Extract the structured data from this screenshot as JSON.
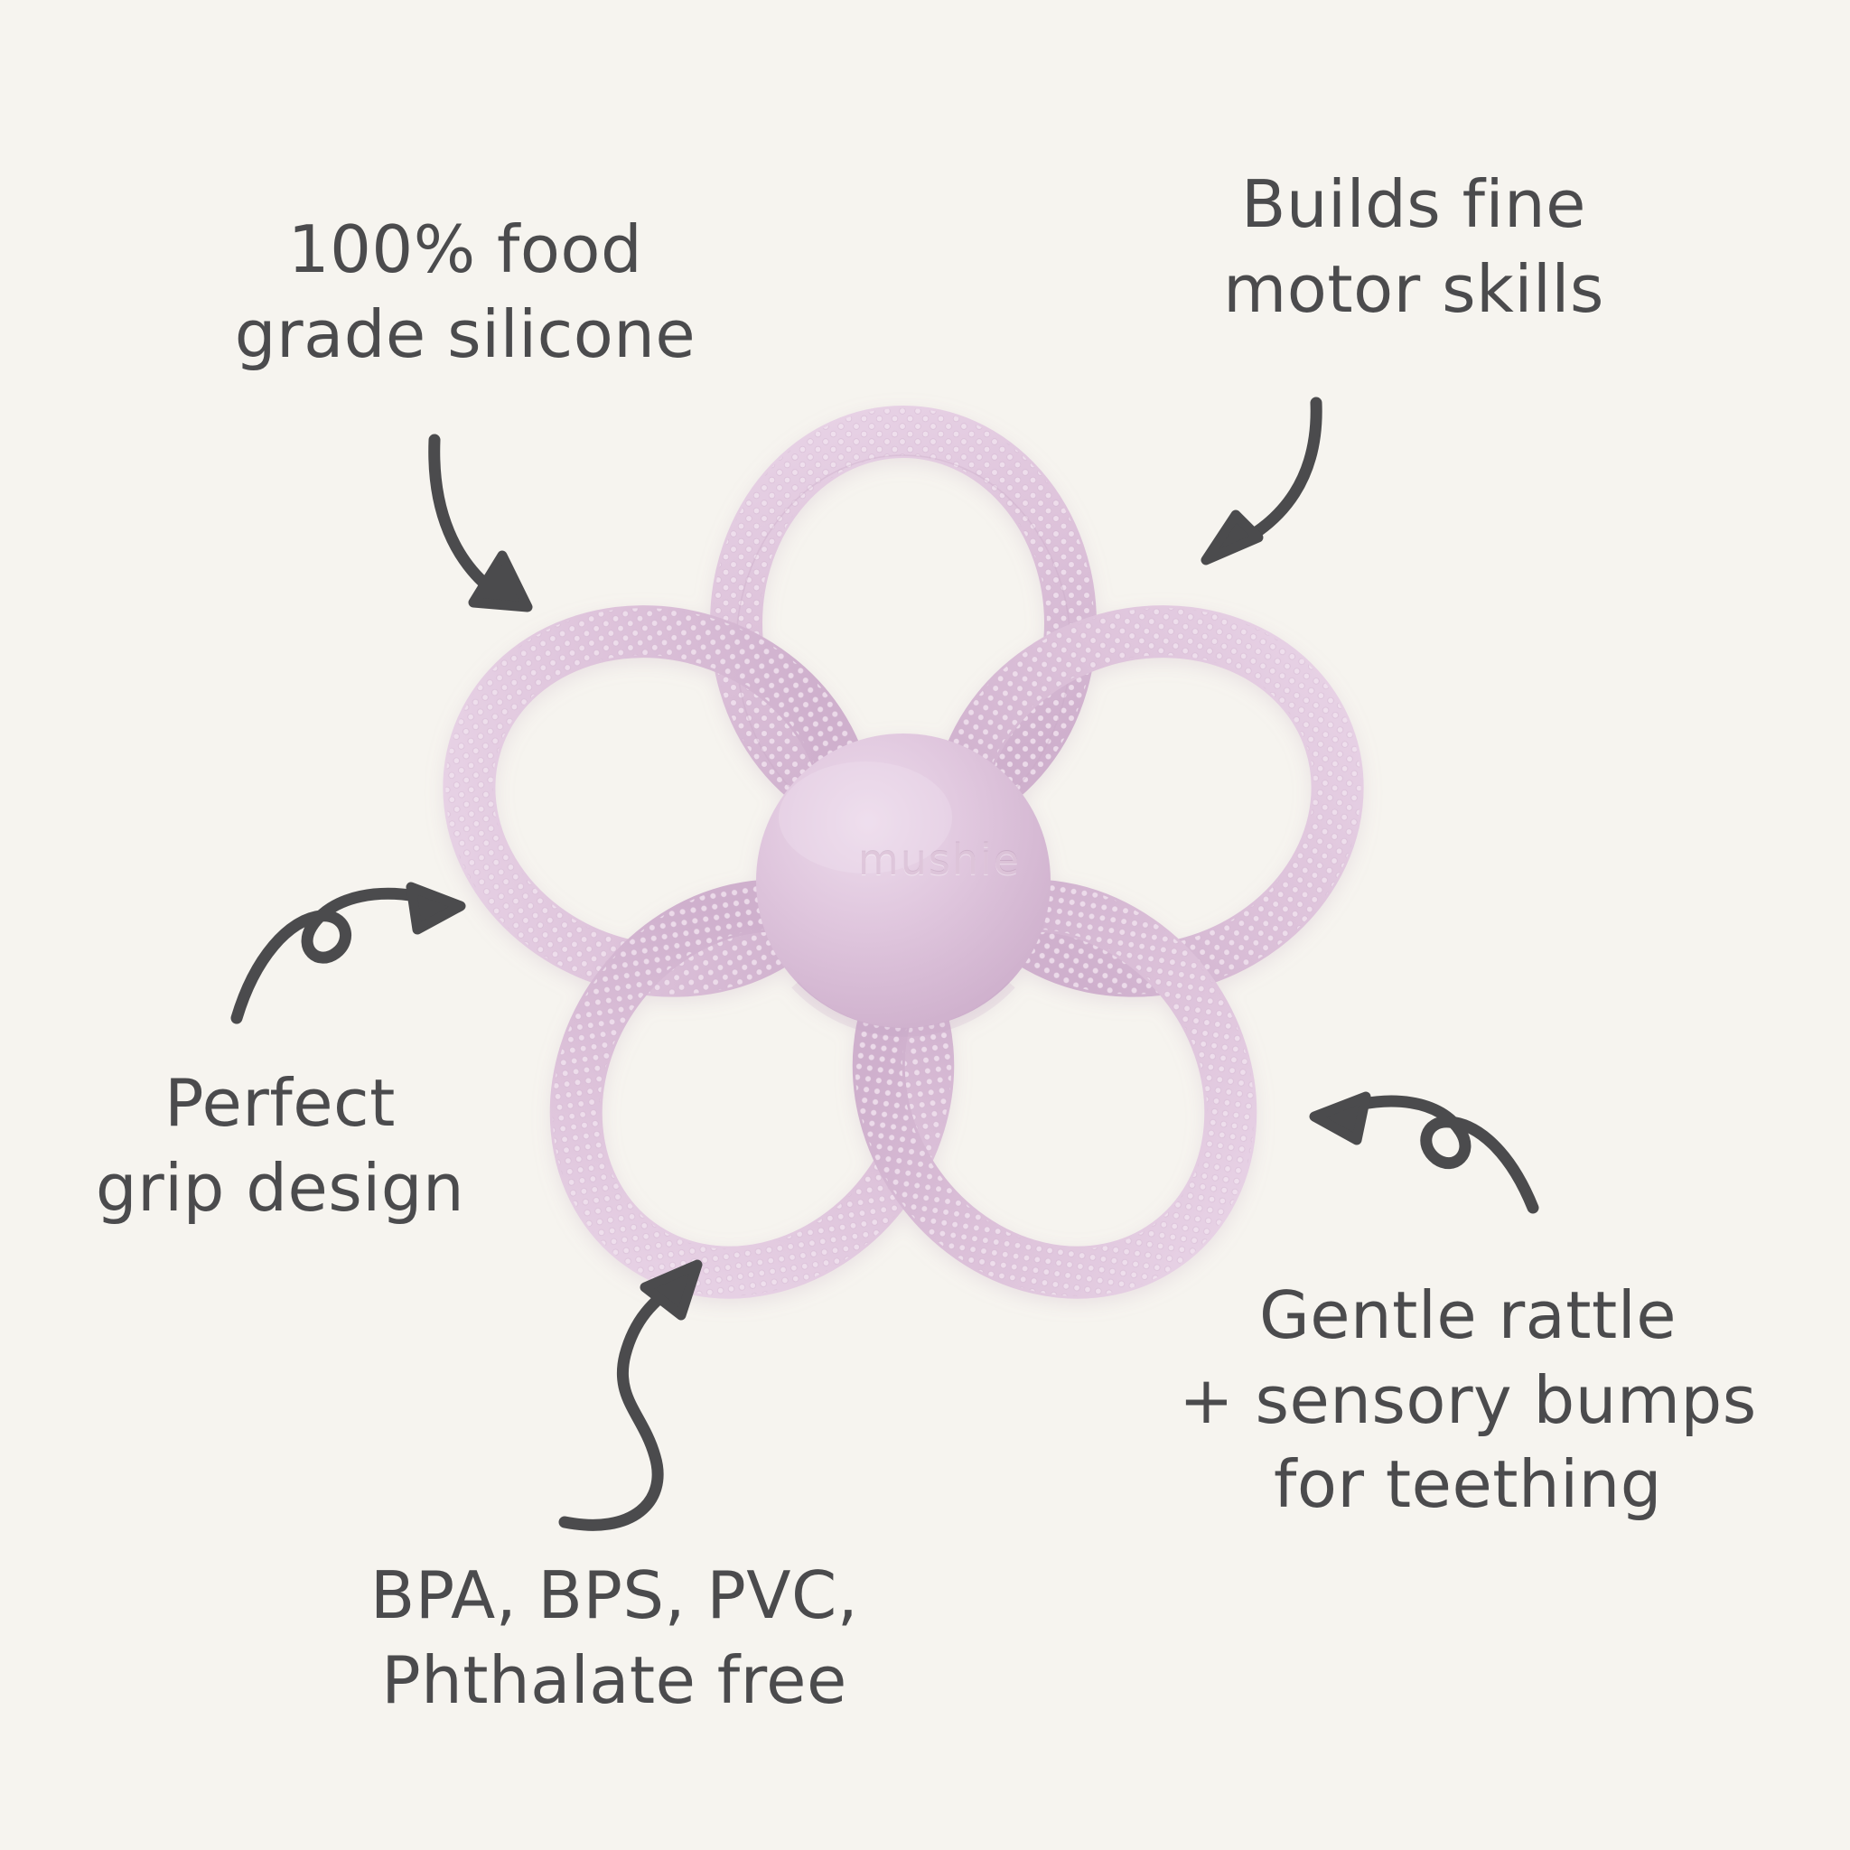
{
  "background_color": "#f6f4ef",
  "text_color": "#4b4b4d",
  "product": {
    "name": "mushie-daisy-teether",
    "brand_label": "mushie",
    "silicone_color": "#ddc2da",
    "silicone_color_shadow": "#cfb1cd",
    "silicone_color_highlight": "#ecdcea",
    "petal_count": 5
  },
  "callouts": {
    "food_grade": "100% food\ngrade silicone",
    "motor_skills": "Builds fine\nmotor skills",
    "grip_design": "Perfect\ngrip design",
    "free_of": "BPA, BPS, PVC,\nPhthalate free",
    "rattle_bumps": "Gentle rattle\n+ sensory bumps\nfor teething"
  },
  "arrows": [
    {
      "name": "arrow-food-grade",
      "direction": "down-right",
      "style": "curved"
    },
    {
      "name": "arrow-motor-skills",
      "direction": "down-left",
      "style": "curved"
    },
    {
      "name": "arrow-grip-design",
      "direction": "up-right",
      "style": "looped"
    },
    {
      "name": "arrow-free-of",
      "direction": "up",
      "style": "s-curve"
    },
    {
      "name": "arrow-rattle-bumps",
      "direction": "left",
      "style": "looped"
    }
  ]
}
